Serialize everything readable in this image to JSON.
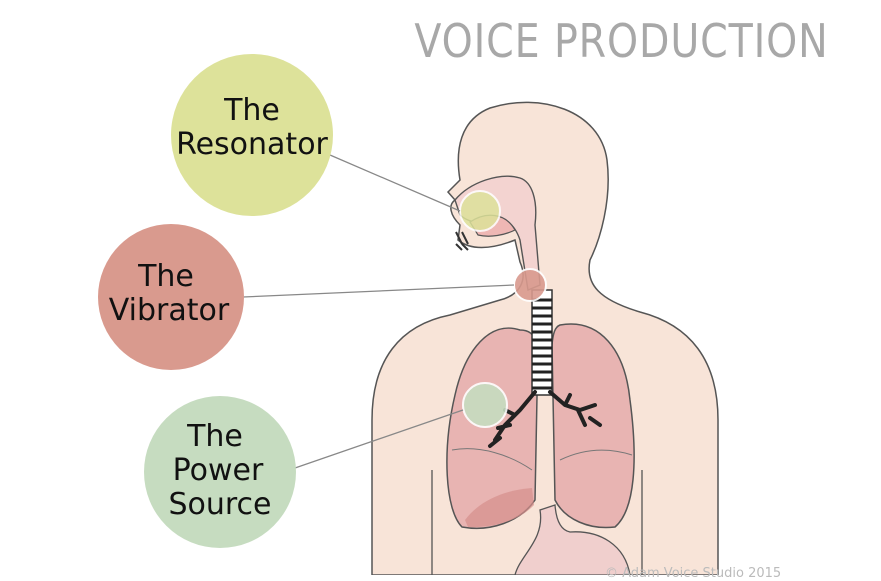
{
  "title": "VOICE PRODUCTION",
  "labels": {
    "resonator": {
      "line1": "The",
      "line2": "Resonator",
      "color": "#dde29a"
    },
    "vibrator": {
      "line1": "The",
      "line2": "Vibrator",
      "color": "#d99a8e"
    },
    "power_source": {
      "line1": "The",
      "line2": "Power",
      "line3": "Source",
      "color": "#c6dcc0"
    }
  },
  "colors": {
    "skin": "#f8e4d8",
    "lung": "#e8b4b2",
    "airway": "#f3d3d0",
    "outline": "#555555",
    "leader_line": "#888888"
  },
  "credit": "© Adam Voice Studio 2015"
}
